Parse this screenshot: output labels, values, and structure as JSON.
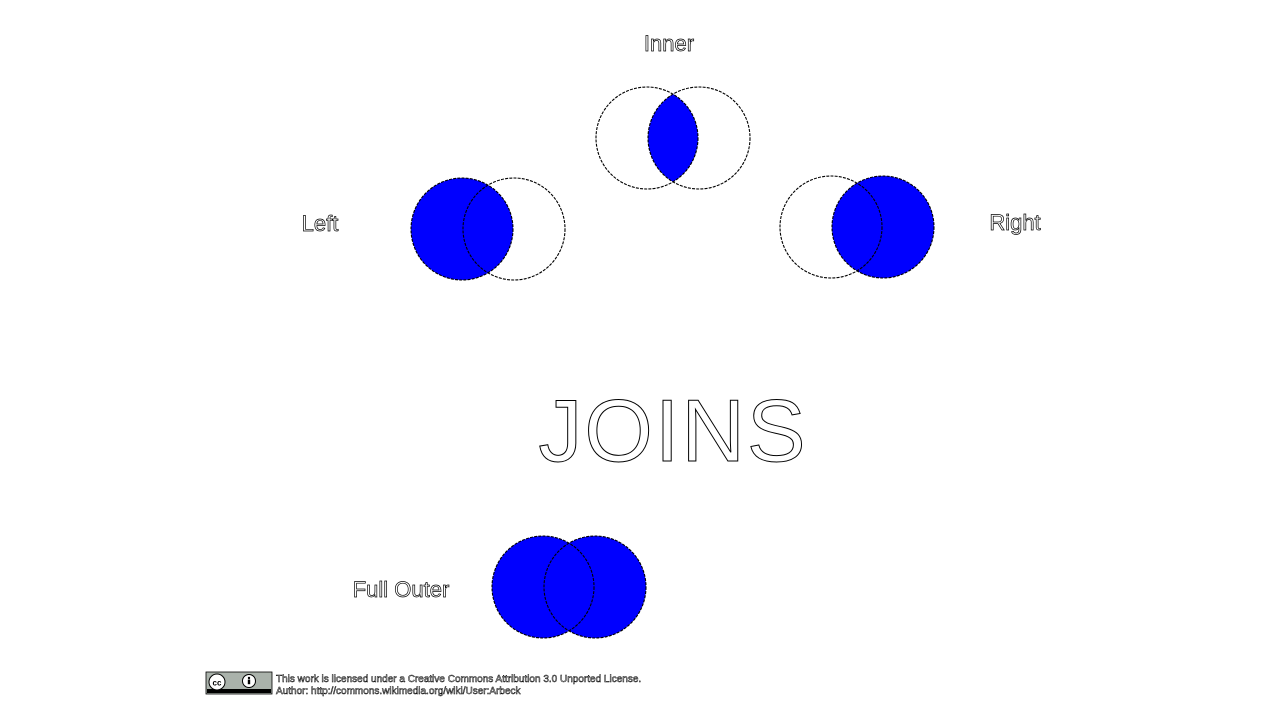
{
  "title": "JOINS",
  "colors": {
    "fill": "#0000ff",
    "outline": "#000000",
    "background": "#ffffff"
  },
  "diagrams": {
    "inner": {
      "label": "Inner",
      "highlight": "intersection"
    },
    "left": {
      "label": "Left",
      "highlight": "left-circle"
    },
    "right": {
      "label": "Right",
      "highlight": "right-circle"
    },
    "full_outer": {
      "label": "Full Outer",
      "highlight": "union"
    }
  },
  "license": {
    "line1": "This work is licensed under a Creative Commons Attribution 3.0 Unported License.",
    "line2": "Author: http://commons.wikimedia.org/wiki/User:Arbeck",
    "badge_icon": "cc-by-icon"
  }
}
